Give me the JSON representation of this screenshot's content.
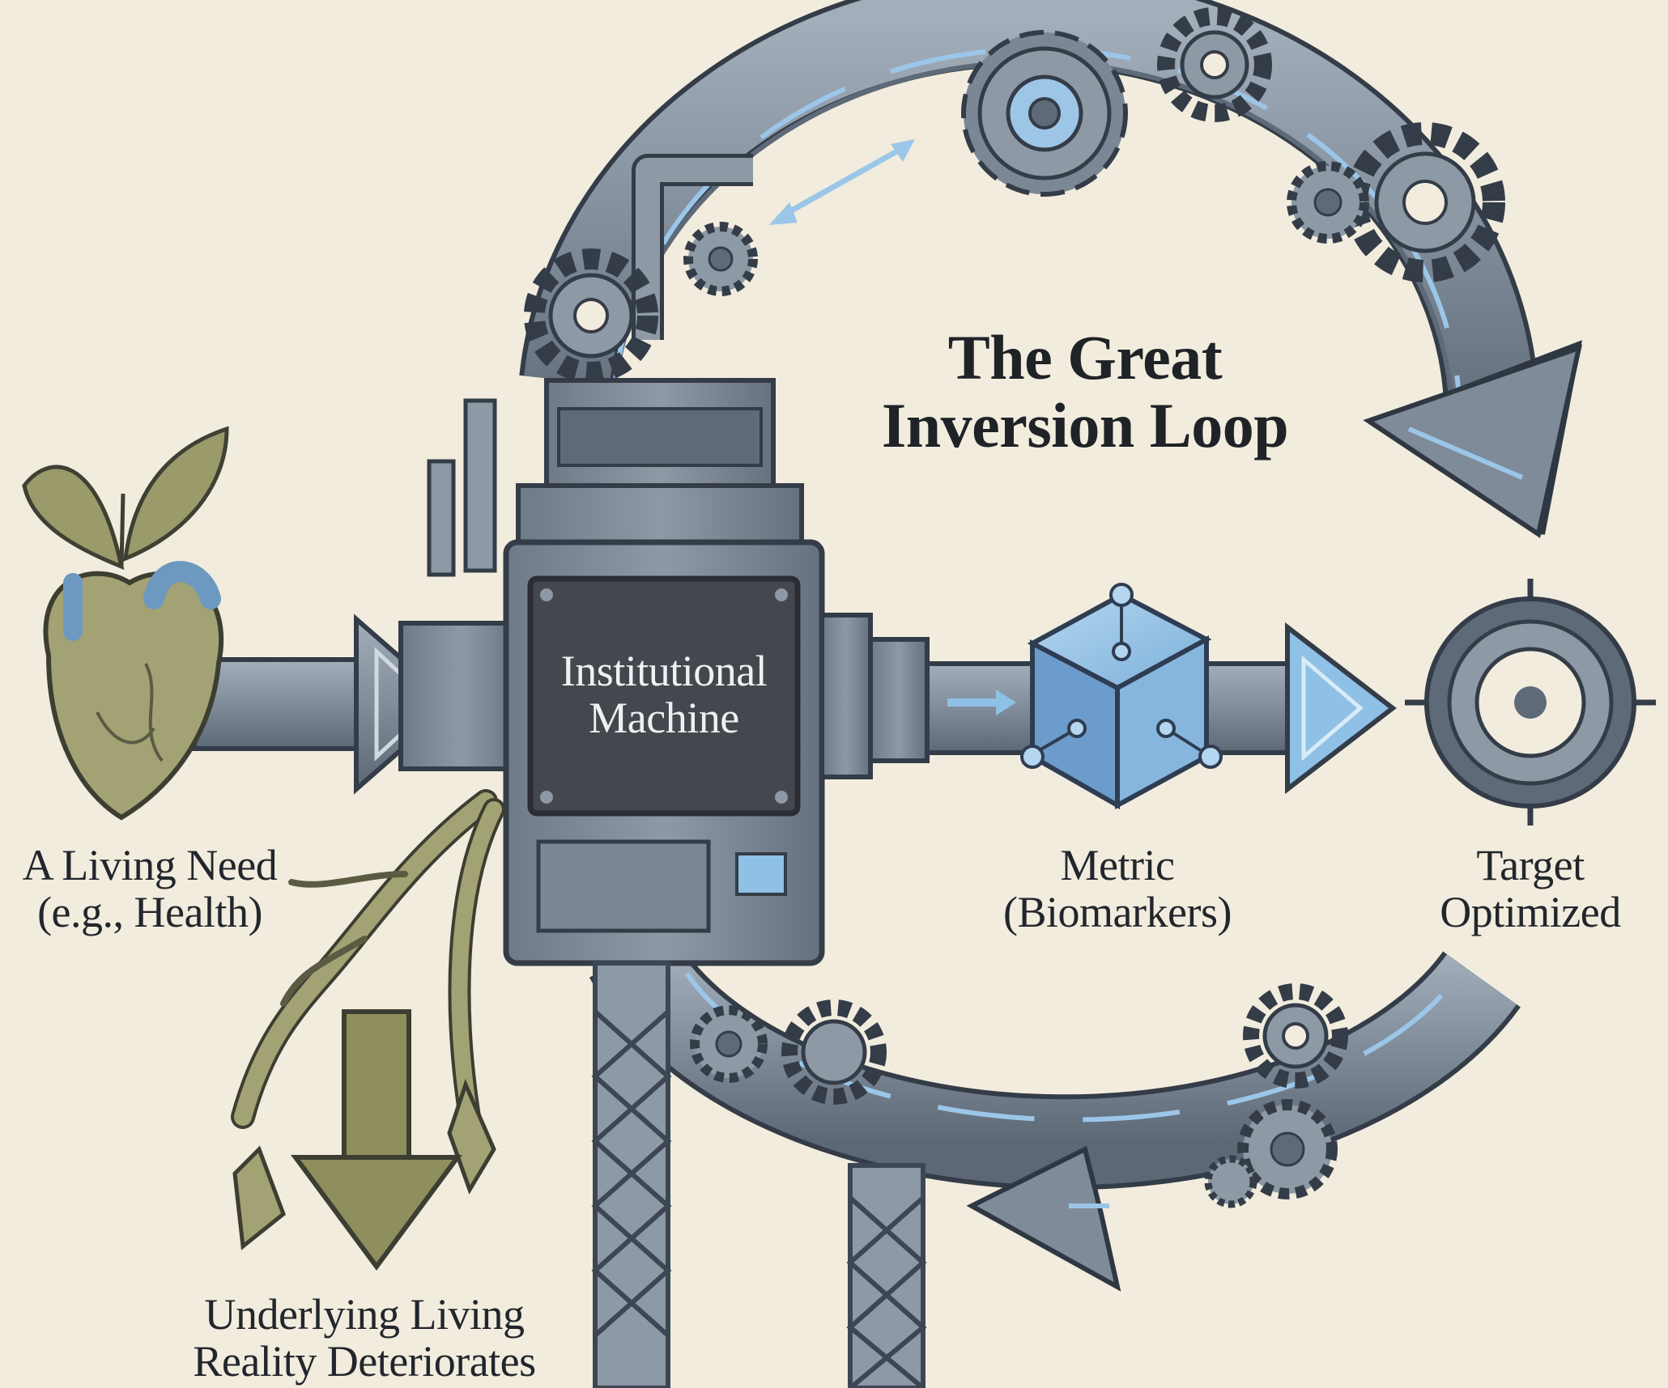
{
  "title": {
    "line1": "The Great",
    "line2": "Inversion Loop"
  },
  "nodes": {
    "need": {
      "line1": "A Living Need",
      "line2": "(e.g., Health)"
    },
    "machine": {
      "line1": "Institutional",
      "line2": "Machine"
    },
    "metric": {
      "line1": "Metric",
      "line2": "(Biomarkers)"
    },
    "target": {
      "line1": "Target",
      "line2": "Optimized"
    },
    "decay": {
      "line1": "Underlying Living",
      "line2": "Reality Deteriorates"
    }
  },
  "colors": {
    "background": "#f1ecdd",
    "steel": "#7e8a98",
    "steel_dark": "#3c4654",
    "accent_blue": "#8fc0e6",
    "screen": "#44484e",
    "organic": "#8e8f5c"
  },
  "icons": [
    "heart-plant-icon",
    "gear-icon",
    "cube-icon",
    "target-icon",
    "roots-icon"
  ]
}
